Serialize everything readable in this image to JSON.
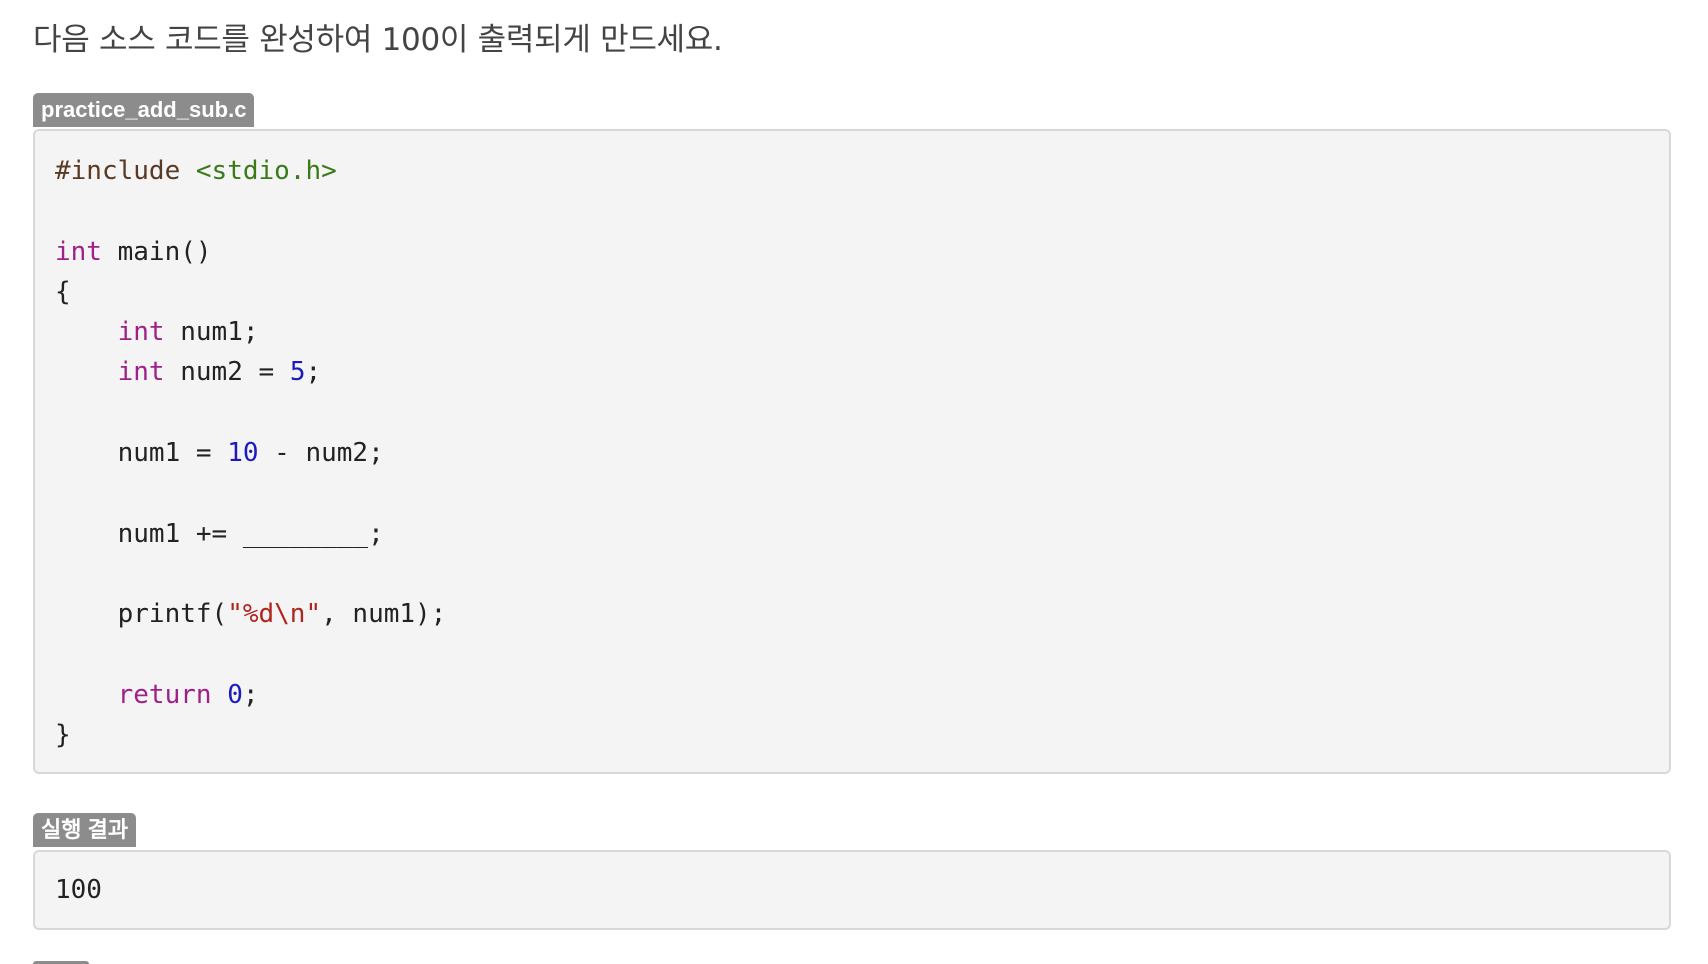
{
  "question": "다음 소스 코드를 완성하여 100이 출력되게 만드세요.",
  "source_file": {
    "filename": "practice_add_sub.c",
    "lines": [
      [
        {
          "t": "pp",
          "v": "#include "
        },
        {
          "t": "inc",
          "v": "<stdio.h>"
        }
      ],
      [],
      [
        {
          "t": "kw",
          "v": "int"
        },
        {
          "t": "p",
          "v": " main()"
        }
      ],
      [
        {
          "t": "p",
          "v": "{"
        }
      ],
      [
        {
          "t": "p",
          "v": "    "
        },
        {
          "t": "kw",
          "v": "int"
        },
        {
          "t": "p",
          "v": " num1;"
        }
      ],
      [
        {
          "t": "p",
          "v": "    "
        },
        {
          "t": "kw",
          "v": "int"
        },
        {
          "t": "p",
          "v": " num2 = "
        },
        {
          "t": "num",
          "v": "5"
        },
        {
          "t": "p",
          "v": ";"
        }
      ],
      [],
      [
        {
          "t": "p",
          "v": "    num1 = "
        },
        {
          "t": "num",
          "v": "10"
        },
        {
          "t": "p",
          "v": " - num2;"
        }
      ],
      [],
      [
        {
          "t": "p",
          "v": "    num1 += ________;"
        }
      ],
      [],
      [
        {
          "t": "p",
          "v": "    printf("
        },
        {
          "t": "str",
          "v": "\"%d\\n\""
        },
        {
          "t": "p",
          "v": ", num1);"
        }
      ],
      [],
      [
        {
          "t": "p",
          "v": "    "
        },
        {
          "t": "kw",
          "v": "return"
        },
        {
          "t": "p",
          "v": " "
        },
        {
          "t": "num",
          "v": "0"
        },
        {
          "t": "p",
          "v": ";"
        }
      ],
      [
        {
          "t": "p",
          "v": "}"
        }
      ]
    ]
  },
  "result": {
    "label": "실행 결과",
    "output": "100"
  },
  "colors": {
    "keyword": "#a0208a",
    "preprocessor": "#5a3a24",
    "include_path": "#3a7a1a",
    "number": "#1a1ac0",
    "string": "#b0261e",
    "tag_background": "#8c8c8c",
    "code_background": "#f4f4f4"
  }
}
